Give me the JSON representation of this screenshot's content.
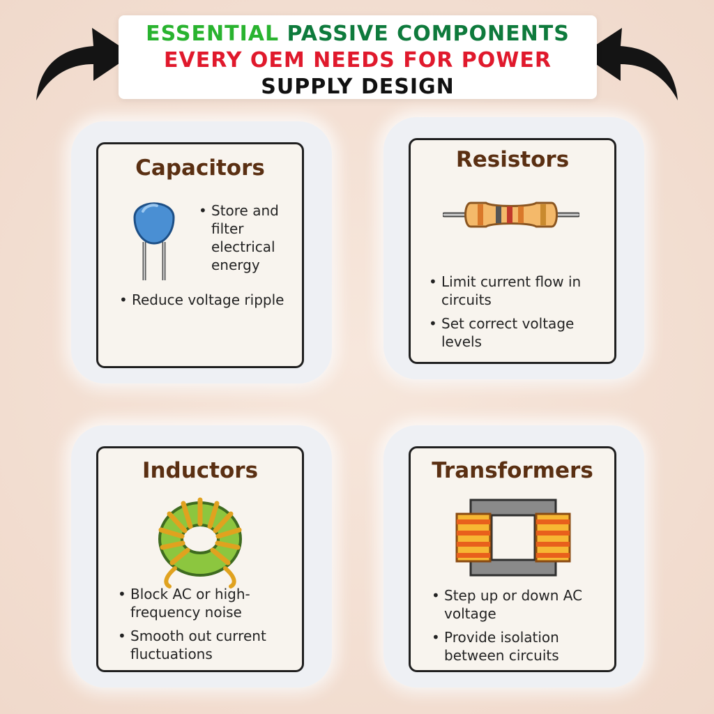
{
  "banner": {
    "line1_a": "ESSENTIAL ",
    "line1_b": "PASSIVE COMPONENTS",
    "line2": "EVERY OEM NEEDS FOR POWER",
    "line3": "SUPPLY DESIGN"
  },
  "colors": {
    "green": "#29b32f",
    "dark_green": "#0e7a3c",
    "red": "#e0192c",
    "title_brown": "#5a2f12"
  },
  "cards": [
    {
      "title": "Capacitors",
      "bullets": [
        "Store and filter electrical energy",
        "Reduce voltage ripple"
      ],
      "icon": "capacitor-icon"
    },
    {
      "title": "Resistors",
      "bullets": [
        "Limit current flow in circuits",
        "Set correct voltage levels"
      ],
      "icon": "resistor-icon"
    },
    {
      "title": "Inductors",
      "bullets": [
        "Block AC or high-frequency noise",
        "Smooth out current fluctuations"
      ],
      "icon": "inductor-icon"
    },
    {
      "title": "Transformers",
      "bullets": [
        "Step up or down AC voltage",
        "Provide isolation between circuits"
      ],
      "icon": "transformer-icon"
    }
  ]
}
